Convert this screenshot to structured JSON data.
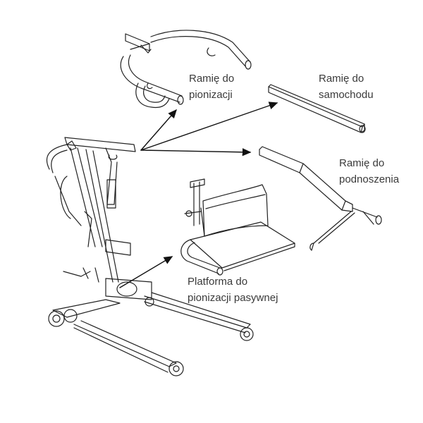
{
  "labels": {
    "standing_arm": {
      "line1": "Ramię do",
      "line2": "pionizacji"
    },
    "car_arm": {
      "line1": "Ramię do",
      "line2": "samochodu"
    },
    "lifting_arm": {
      "line1": "Ramię do",
      "line2": "podnoszenia"
    },
    "platform": {
      "line1": "Platforma do",
      "line2": "pionizacji pasywnej"
    }
  },
  "colors": {
    "line": "#222222",
    "text": "#3a3a3a"
  }
}
